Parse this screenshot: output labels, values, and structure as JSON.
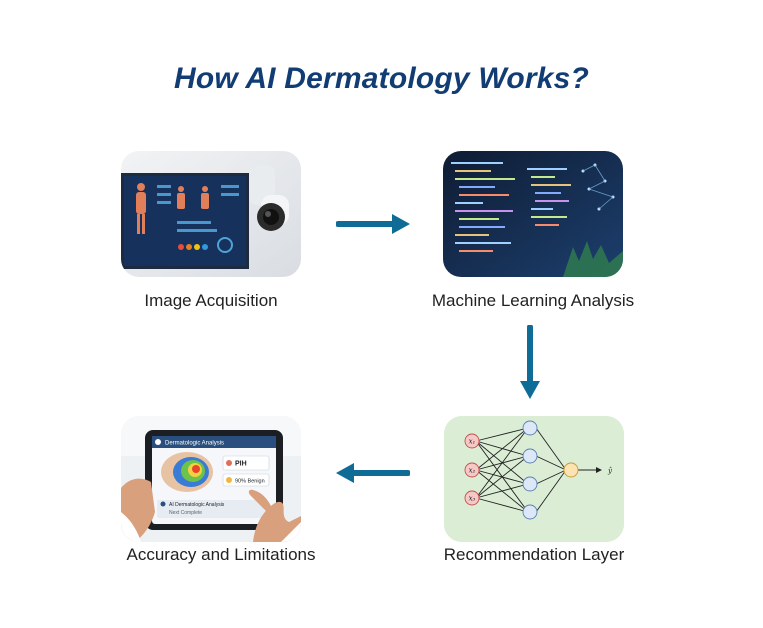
{
  "title": "How AI Dermatology Works?",
  "steps": [
    {
      "label": "Image Acquisition"
    },
    {
      "label": "Machine Learning Analysis"
    },
    {
      "label": "Recommendation Layer"
    },
    {
      "label": "Accuracy and Limitations"
    }
  ],
  "network_labels": {
    "input_1": "x₁",
    "input_2": "x₂",
    "input_3": "x₃",
    "output": "ŷ"
  },
  "tablet_text": {
    "header": "Dermatologic Analysis",
    "result_1": "PIH",
    "result_2": "90% Benign",
    "footer_1": "AI Dermatologic Analysis",
    "footer_2": "Next Complete"
  },
  "colors": {
    "title": "#123d74",
    "arrow": "#0f6c96",
    "network_bg": "#dbeed5",
    "input_node": "#f6c9c7",
    "hidden_node": "#dce8f7",
    "output_node": "#fbe3b2"
  }
}
